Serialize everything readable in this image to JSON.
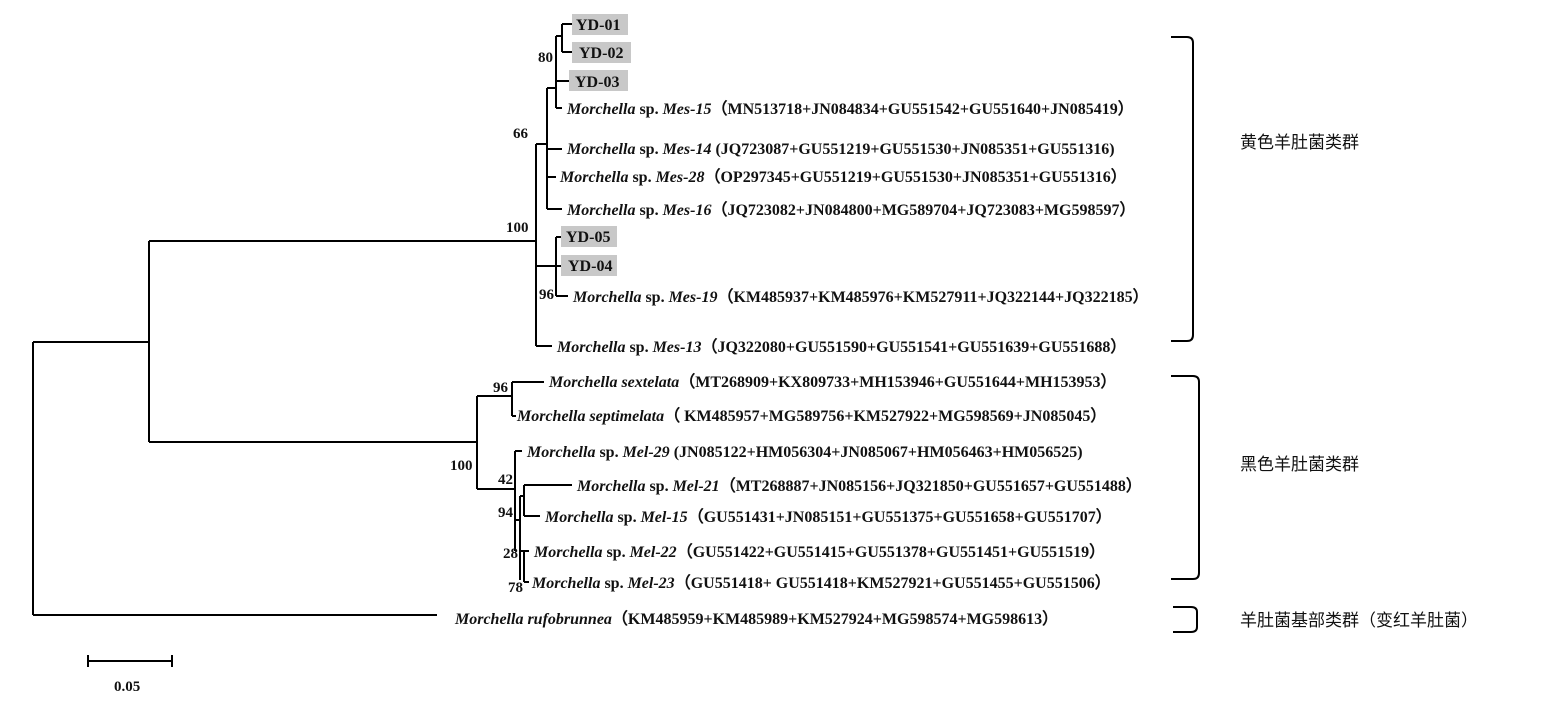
{
  "samples": {
    "yd01": "YD-01",
    "yd02": "YD-02",
    "yd03": "YD-03",
    "yd05": "YD-05",
    "yd04": "YD-04"
  },
  "taxa": {
    "mes15": {
      "genus": "Morchella",
      "sp": " sp. ",
      "epithet": "Mes-15",
      "acc": "（MN513718+JN084834+GU551542+GU551640+JN085419）"
    },
    "mes14": {
      "genus": "Morchella",
      "sp": " sp. ",
      "epithet": "Mes-14",
      "acc": " (JQ723087+GU551219+GU551530+JN085351+GU551316)"
    },
    "mes28": {
      "genus": "Morchella",
      "sp": " sp. ",
      "epithet": "Mes-28",
      "acc": "（OP297345+GU551219+GU551530+JN085351+GU551316）"
    },
    "mes16": {
      "genus": "Morchella",
      "sp": " sp. ",
      "epithet": "Mes-16",
      "acc": "（JQ723082+JN084800+MG589704+JQ723083+MG598597）"
    },
    "mes19": {
      "genus": "Morchella",
      "sp": " sp. ",
      "epithet": "Mes-19",
      "acc": "（KM485937+KM485976+KM527911+JQ322144+JQ322185）"
    },
    "mes13": {
      "genus": "Morchella",
      "sp": " sp. ",
      "epithet": "Mes-13",
      "acc": "（JQ322080+GU551590+GU551541+GU551639+GU551688）"
    },
    "sextelata": {
      "name": "Morchella sextelata",
      "acc": "（MT268909+KX809733+MH153946+GU551644+MH153953）"
    },
    "septimelata": {
      "name": "Morchella septimelata",
      "acc": "（ KM485957+MG589756+KM527922+MG598569+JN085045）"
    },
    "mel29": {
      "genus": "Morchella",
      "sp": " sp. ",
      "epithet": "Mel-29",
      "acc": " (JN085122+HM056304+JN085067+HM056463+HM056525)"
    },
    "mel21": {
      "genus": "Morchella",
      "sp": " sp. ",
      "epithet": "Mel-21",
      "acc": "（MT268887+JN085156+JQ321850+GU551657+GU551488）"
    },
    "mel15": {
      "genus": "Morchella",
      "sp": " sp. ",
      "epithet": "Mel-15",
      "acc": "（GU551431+JN085151+GU551375+GU551658+GU551707）"
    },
    "mel22": {
      "genus": "Morchella",
      "sp": " sp. ",
      "epithet": "Mel-22",
      "acc": "（GU551422+GU551415+GU551378+GU551451+GU551519）"
    },
    "mel23": {
      "genus": "Morchella",
      "sp": " sp. ",
      "epithet": "Mel-23",
      "acc": "（GU551418+ GU551418+KM527921+GU551455+GU551506）"
    },
    "rufobrunnea": {
      "name": "Morchella rufobrunnea",
      "acc": "（KM485959+KM485989+KM527924+MG598574+MG598613）"
    }
  },
  "bootstrap": {
    "b80": "80",
    "b66": "66",
    "b100_yellow": "100",
    "b96_mes19": "96",
    "b96_sext": "96",
    "b100_black": "100",
    "b42": "42",
    "b94": "94",
    "b28": "28",
    "b78": "78"
  },
  "clades": {
    "yellow": "黄色羊肚菌类群",
    "black": "黑色羊肚菌类群",
    "basal": "羊肚菌基部类群（变红羊肚菌）"
  },
  "scale_bar": {
    "label": "0.05",
    "value": 0.05
  },
  "colors": {
    "sample_highlight": "#c8c8c8",
    "line": "#000000"
  }
}
